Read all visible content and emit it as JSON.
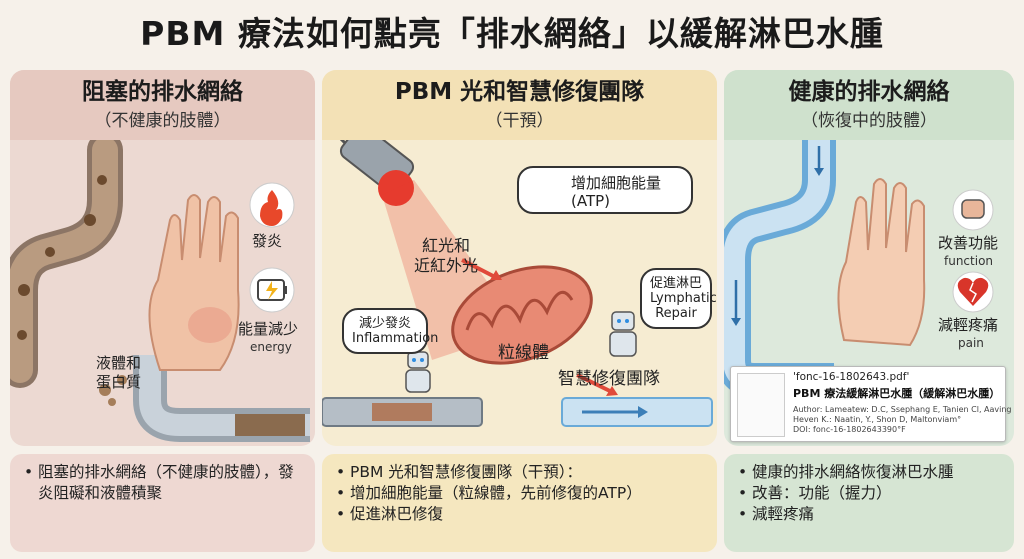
{
  "title": "PBM 療法如何點亮「排水網絡」以緩解淋巴水腫",
  "left": {
    "heading": "阻塞的排水網絡",
    "subheading": "（不健康的肢體）",
    "labels": {
      "inflammation": "發炎",
      "energy_zh": "能量減少",
      "energy_en": "energy",
      "fluid_line1": "液體和",
      "fluid_line2": "蛋白質"
    },
    "footer": "阻塞的排水網絡（不健康的肢體），發炎阻礙和液體積聚"
  },
  "middle": {
    "heading": "PBM 光和智慧修復團隊",
    "subheading": "（干預）",
    "labels": {
      "light_line1": "紅光和",
      "light_line2": "近紅外光",
      "atp_line1": "增加細胞能量",
      "atp_line2": "(ATP)",
      "inflam_zh": "減少發炎",
      "inflam_en": "Inflammation",
      "mito": "粒線體",
      "lymph_zh": "促進淋巴",
      "lymph_en1": "Lymphatic",
      "lymph_en2": "Repair",
      "team": "智慧修復團隊"
    },
    "footer": [
      "PBM 光和智慧修復團隊（干預）：",
      "增加細胞能量（粒線體，先前修復的ATP）",
      "促進淋巴修復"
    ]
  },
  "right": {
    "heading": "健康的排水網絡",
    "subheading": "（恢復中的肢體）",
    "labels": {
      "function_zh": "改善功能",
      "function_en": "function",
      "pain_zh": "減輕疼痛",
      "pain_en": "pain"
    },
    "paper": {
      "file": "'fonc-16-1802643.pdf'",
      "title": "PBM 療法緩解淋巴水腫（緩解淋巴水腫）",
      "authors1": "Author: Lameatew: D.C, Ssephang E, Tanien Cl, Aaving M,",
      "authors2": "Heven K.: Naatin, Y., Shon D, Maltonviam°",
      "doi": "DOI: fonc-16-1802643390°F"
    },
    "footer": [
      "健康的排水網絡恢復淋巴水腫",
      "改善：功能（握力）",
      "減輕疼痛"
    ]
  },
  "colors": {
    "left_bg": "#ecd9d2",
    "mid_bg": "#f6ecd2",
    "right_bg": "#dde9dc",
    "red_light": "#e63b2e",
    "vessel_blue": "#6aaad8"
  }
}
